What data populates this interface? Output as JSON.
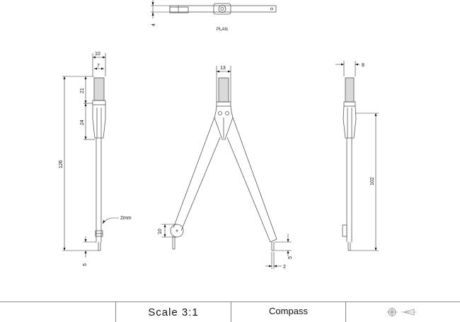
{
  "views": {
    "plan_label": "PLAN",
    "plan_dim": "4",
    "side_left": {
      "dim_width_outer": "10",
      "dim_width_inner": "7",
      "dim_grip": "21",
      "dim_joint": "24",
      "dim_total": "126",
      "dim_tip": "5",
      "lead_note": "2mm"
    },
    "front": {
      "dim_top_width": "13",
      "dim_wheel": "10",
      "dim_tip_len": "5",
      "dim_tip_width": "2"
    },
    "side_right": {
      "dim_width": "8",
      "dim_length": "102"
    }
  },
  "title_block": {
    "scale": "Scale 3:1",
    "title": "Compass",
    "projection_icon": "first-angle-projection-icon"
  }
}
